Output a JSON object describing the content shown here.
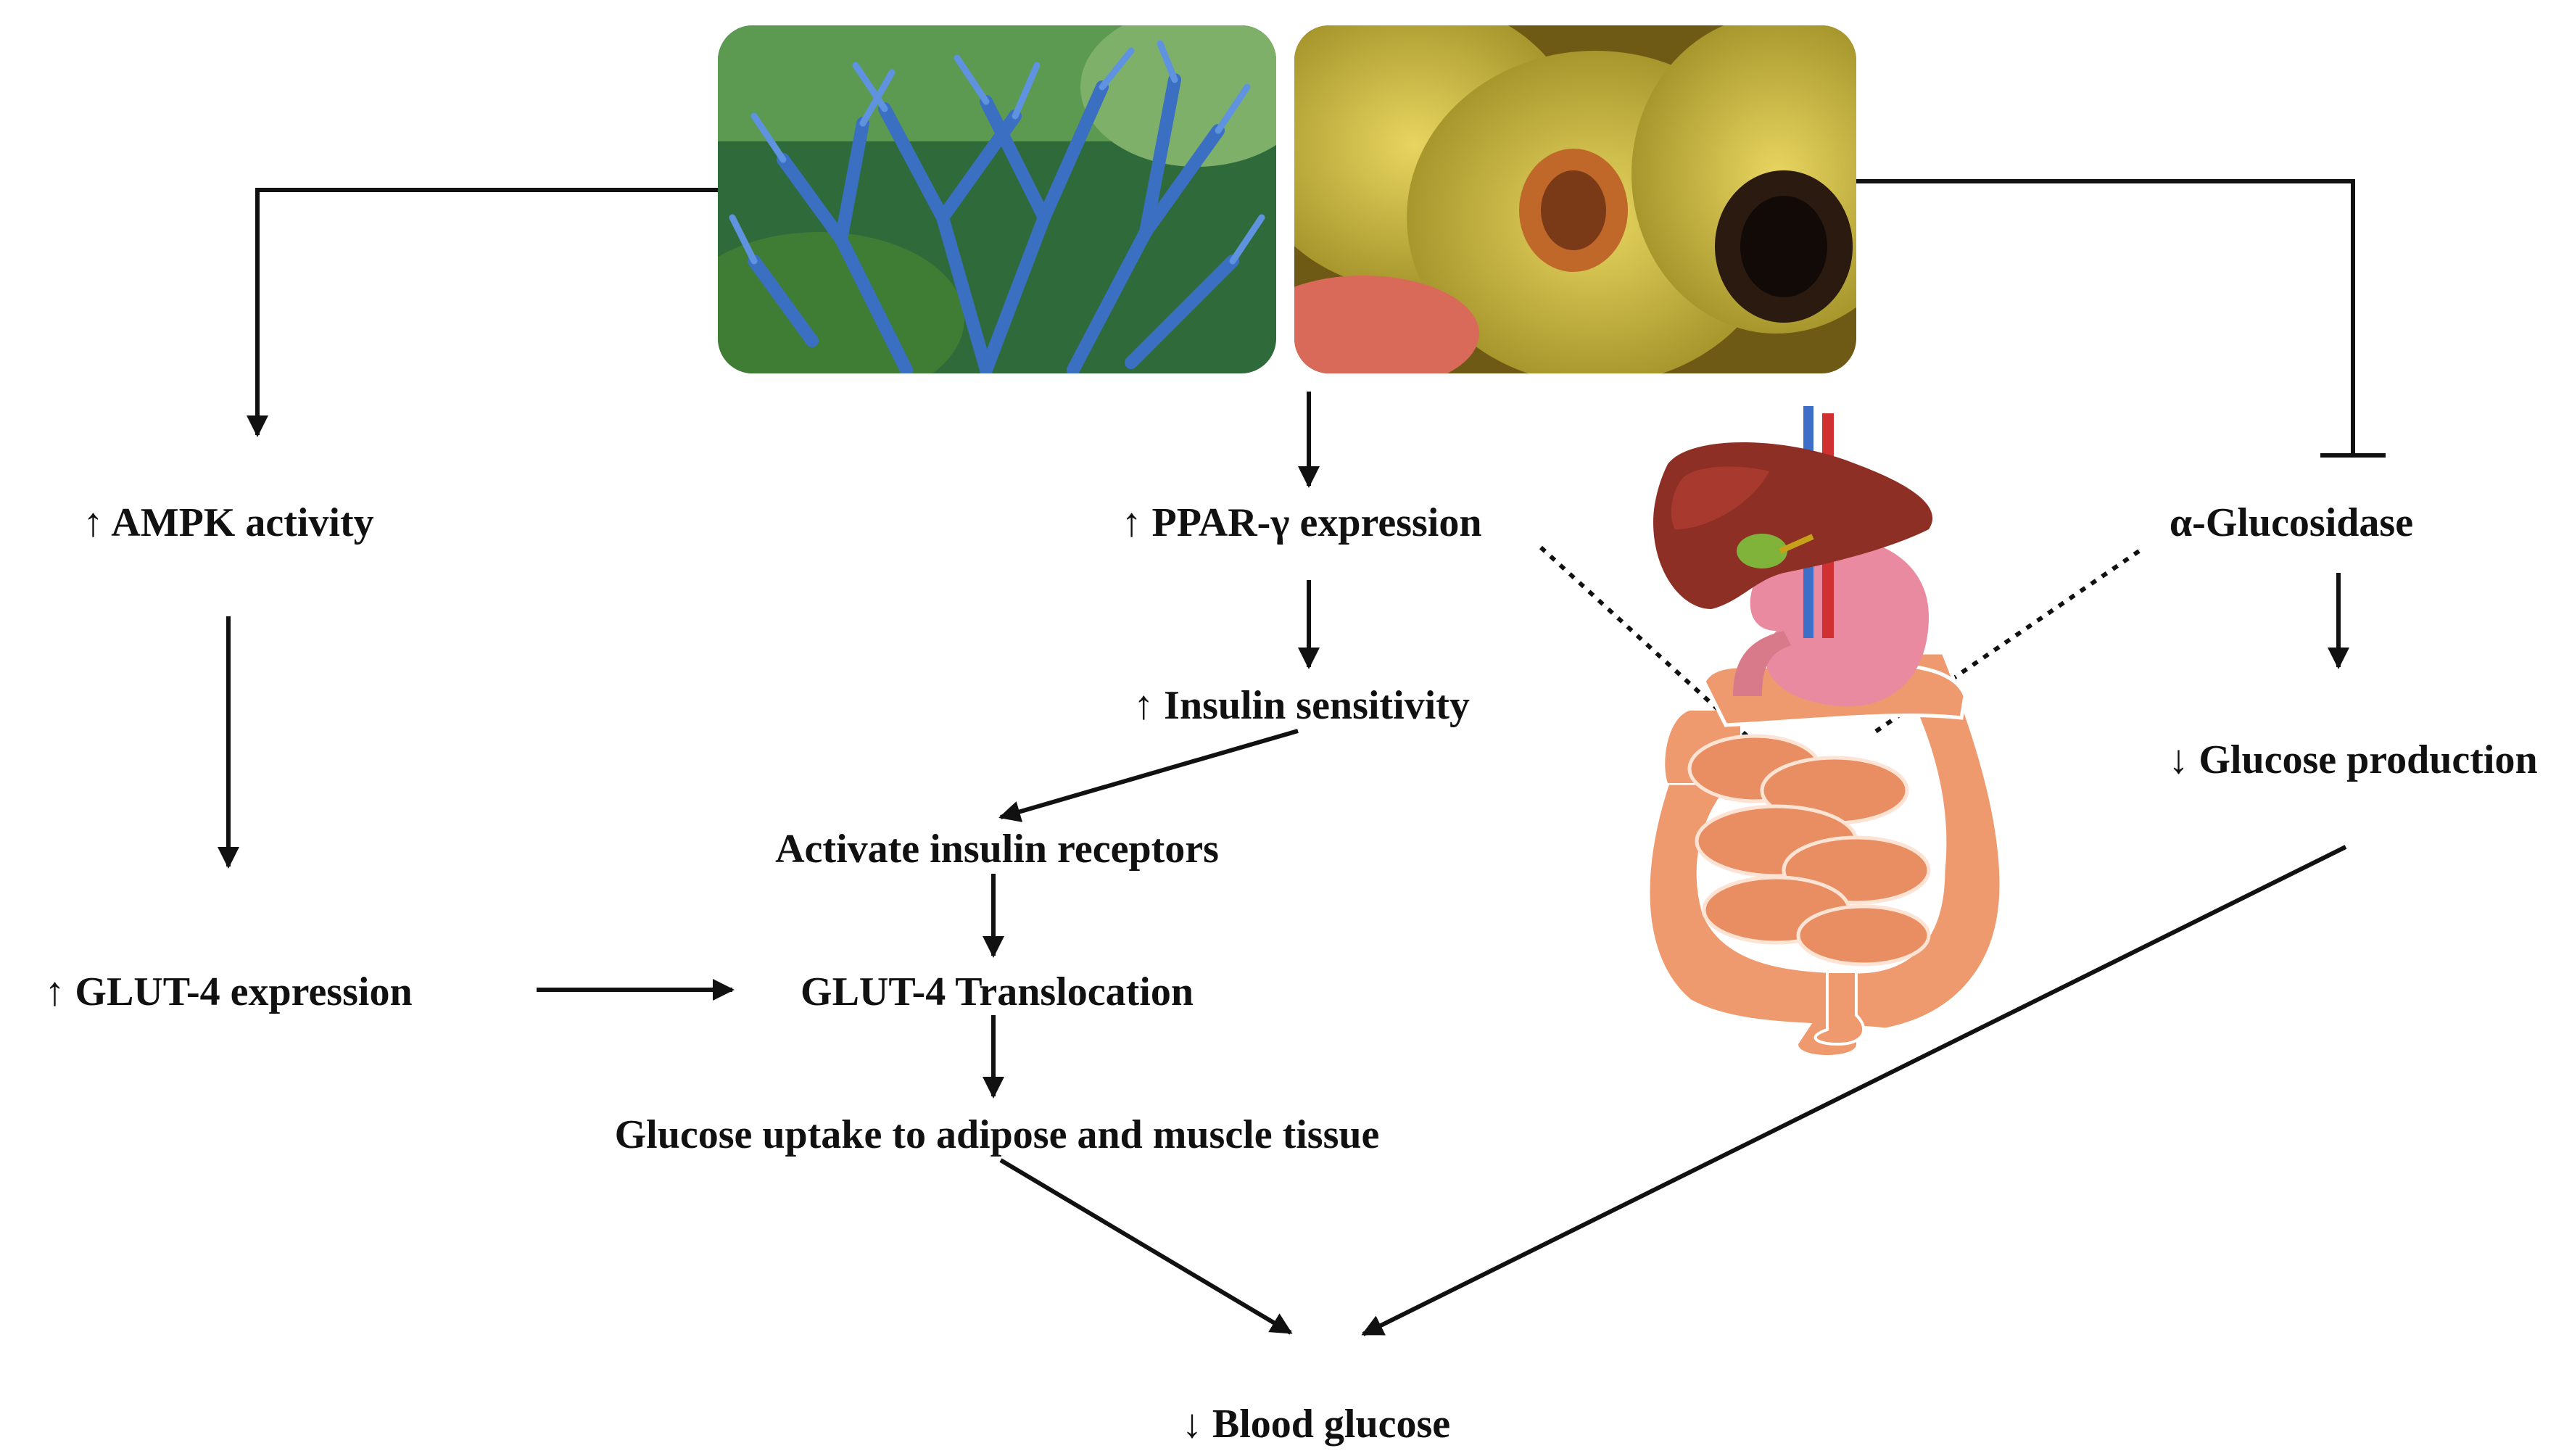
{
  "nodes": {
    "ampk": "↑ AMPK activity",
    "ppar": "↑ PPAR-γ expression",
    "glucosidase": "α-Glucosidase",
    "insulin_sensitivity": "↑ Insulin sensitivity",
    "glucose_production": "↓ Glucose production",
    "insulin_receptors": "Activate insulin receptors",
    "glut4_expression": "↑ GLUT-4 expression",
    "glut4_translocation": "GLUT-4 Translocation",
    "glucose_uptake": "Glucose uptake to adipose and muscle tissue",
    "blood_glucose": "↓ Blood glucose"
  },
  "colors": {
    "text": "#111111",
    "arrow": "#111111",
    "seaweed_blue": "#3a6fc2",
    "sponge_yellow": "#d9c23a",
    "liver": "#8e2f26",
    "stomach": "#e98aa0",
    "intestine": "#ef9a6e"
  },
  "icons": [
    "blue-seaweed-photo",
    "yellow-sponge-photo",
    "digestive-organs-illustration"
  ]
}
